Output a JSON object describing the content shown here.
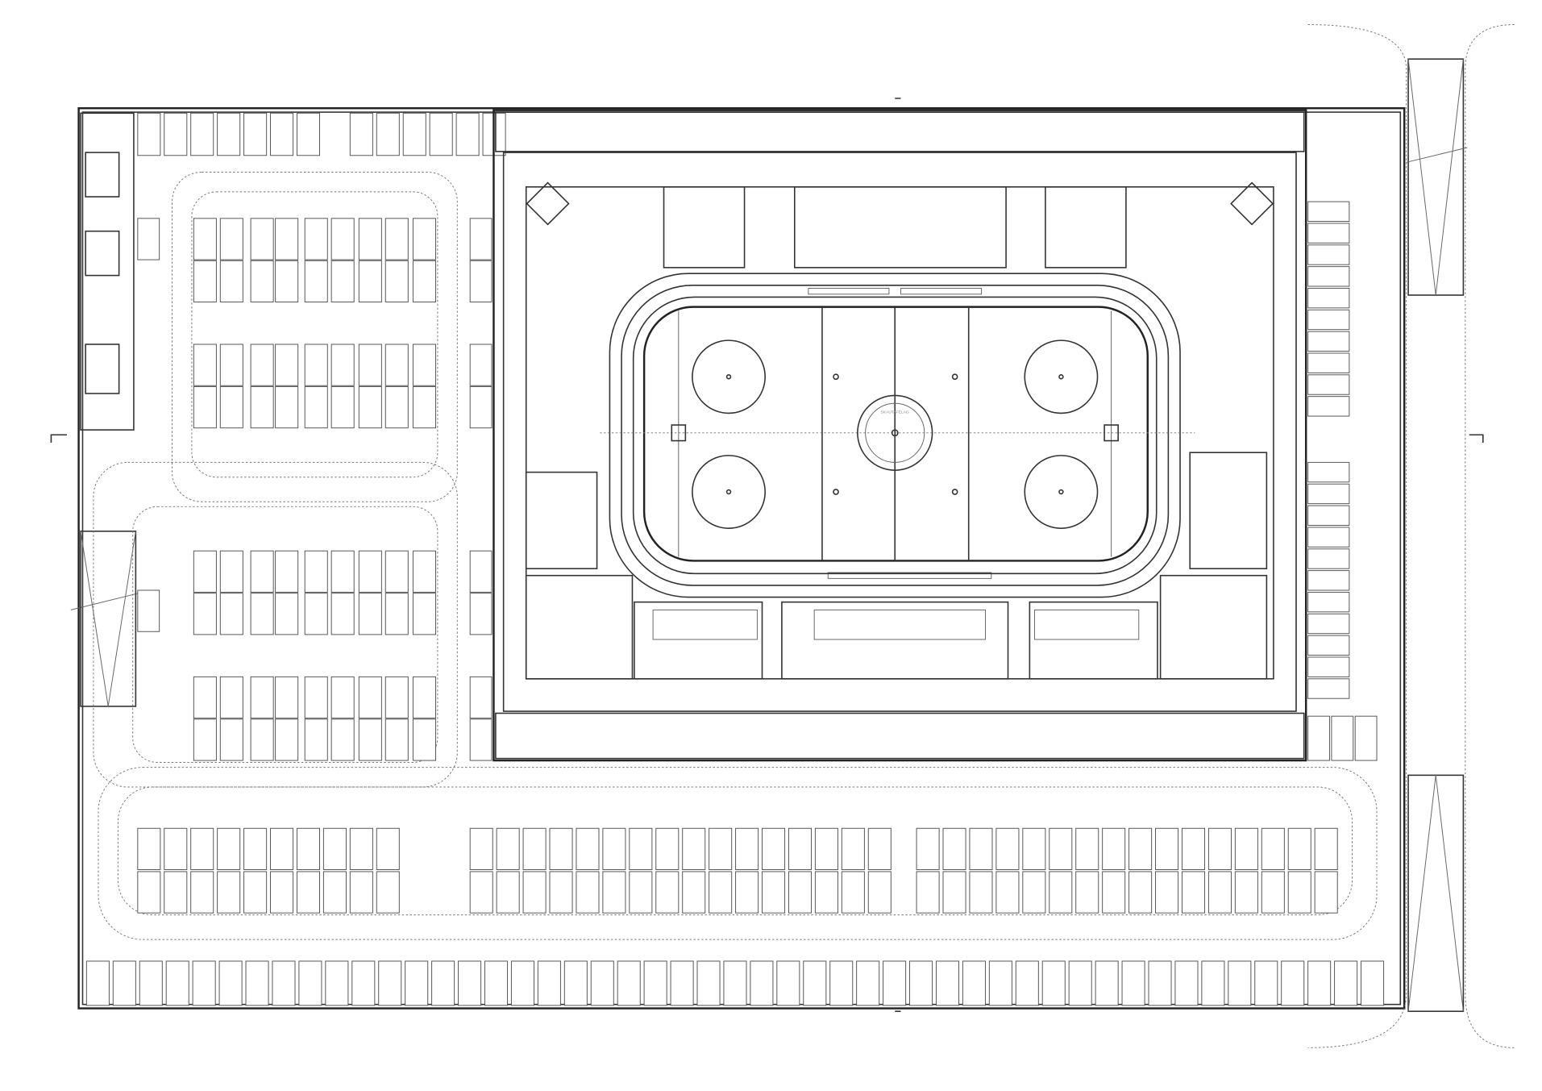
{
  "drawing": {
    "kind": "ice arena site floor plan",
    "line_color": "#333333",
    "thin_line_color": "#777777",
    "background": "#ffffff"
  },
  "rink": {
    "faceoff_circles": 4,
    "center_logo_text": "SKAUTAFÉLAG"
  },
  "parking": {
    "left_lot_rows": [
      222,
      265,
      350,
      393,
      560,
      603,
      688,
      731
    ],
    "bottom_lot_rows": [
      842,
      886
    ]
  }
}
